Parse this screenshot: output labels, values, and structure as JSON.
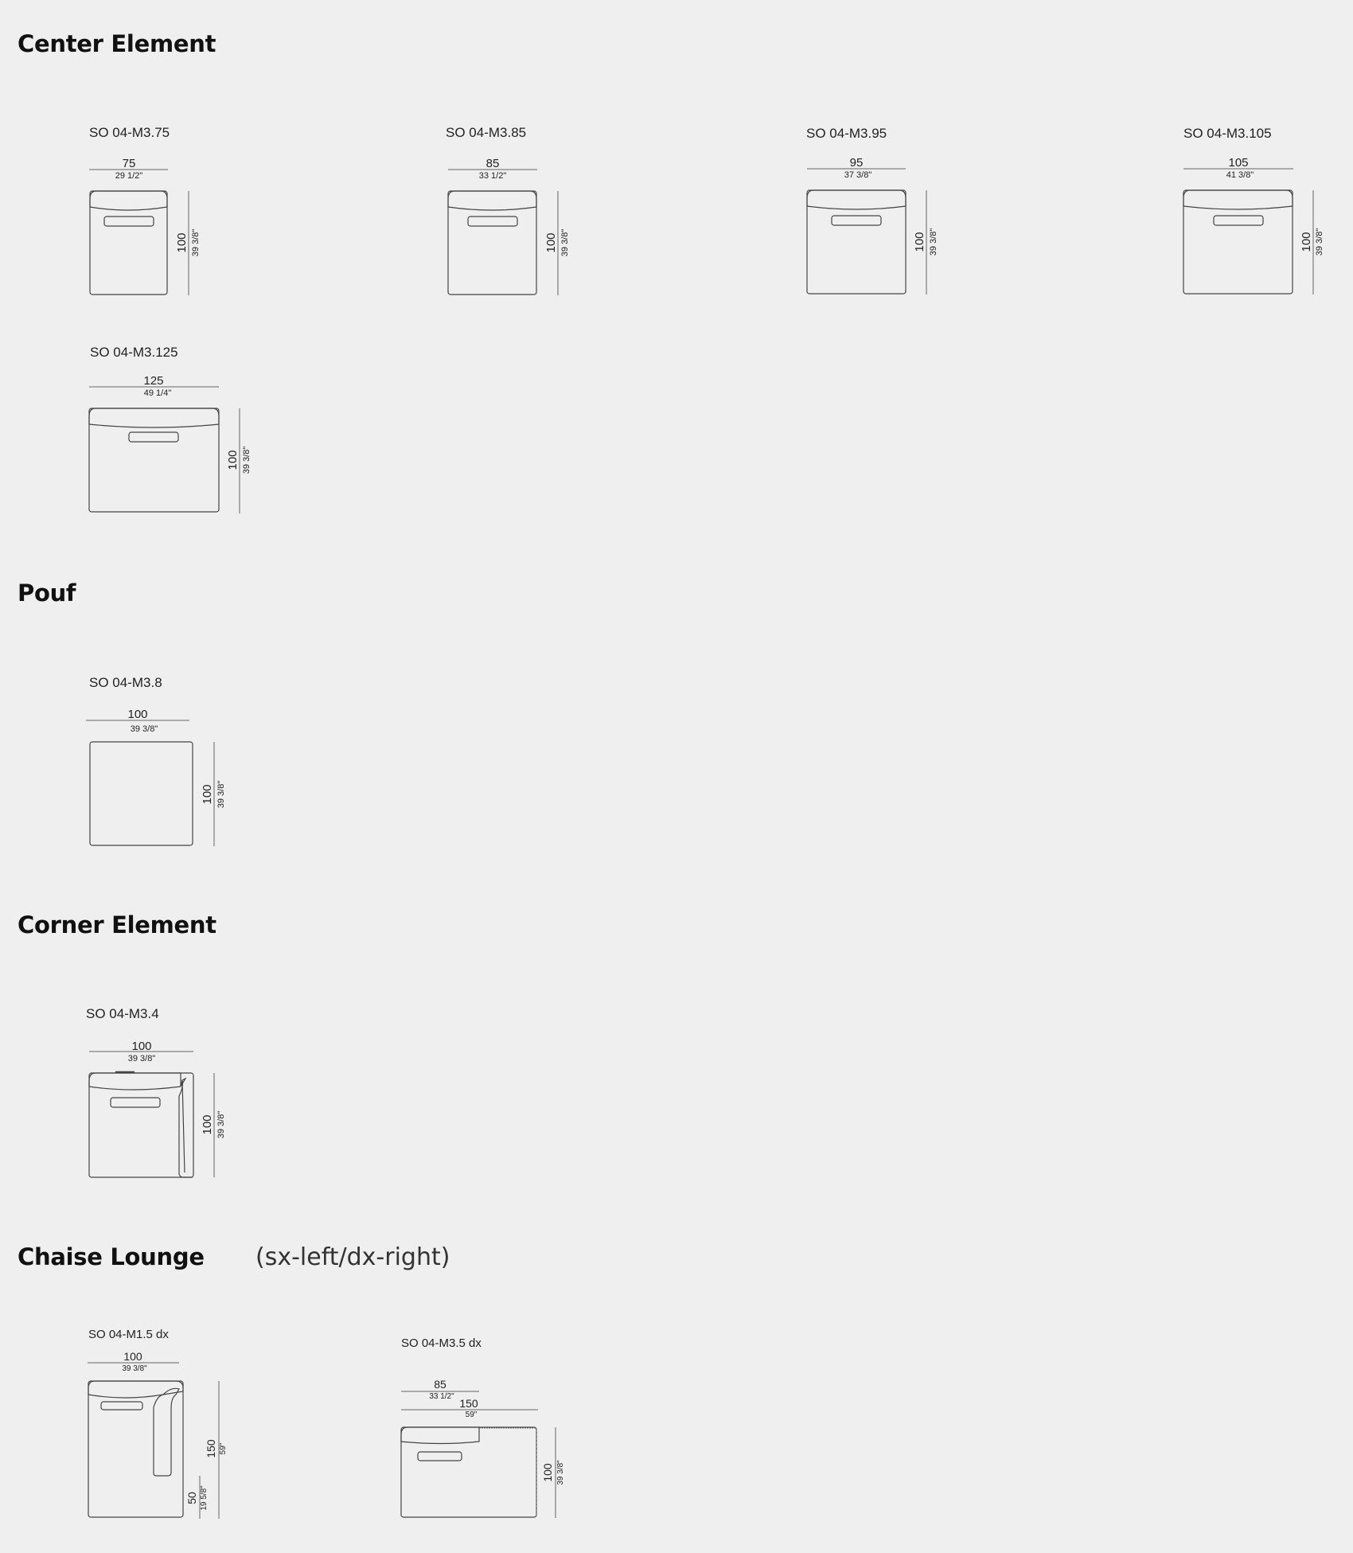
{
  "sections": {
    "center": {
      "heading": "Center Element",
      "modules": [
        {
          "code": "SO 04-M3.75",
          "width_cm": "75",
          "width_in": "29 1/2\"",
          "depth_cm": "100",
          "depth_in": "39 3/8\""
        },
        {
          "code": "SO 04-M3.85",
          "width_cm": "85",
          "width_in": "33 1/2\"",
          "depth_cm": "100",
          "depth_in": "39 3/8\""
        },
        {
          "code": "SO 04-M3.95",
          "width_cm": "95",
          "width_in": "37 3/8\"",
          "depth_cm": "100",
          "depth_in": "39 3/8\""
        },
        {
          "code": "SO 04-M3.105",
          "width_cm": "105",
          "width_in": "41 3/8\"",
          "depth_cm": "100",
          "depth_in": "39 3/8\""
        },
        {
          "code": "SO 04-M3.125",
          "width_cm": "125",
          "width_in": "49 1/4\"",
          "depth_cm": "100",
          "depth_in": "39 3/8\""
        }
      ]
    },
    "pouf": {
      "heading": "Pouf",
      "modules": [
        {
          "code": "SO 04-M3.8",
          "width_cm": "100",
          "width_in": "39 3/8\"",
          "depth_cm": "100",
          "depth_in": "39 3/8\""
        }
      ]
    },
    "corner": {
      "heading": "Corner Element",
      "modules": [
        {
          "code": "SO 04-M3.4",
          "width_cm": "100",
          "width_in": "39 3/8\"",
          "depth_cm": "100",
          "depth_in": "39 3/8\""
        }
      ]
    },
    "chaise": {
      "heading": "Chaise Lounge",
      "subheading": "(sx-left/dx-right)",
      "modules": [
        {
          "code": "SO 04-M1.5 dx",
          "width_cm": "100",
          "width_in": "39 3/8\"",
          "depth_cm": "150",
          "depth_in": "59\"",
          "seat_cm": "50",
          "seat_in": "19 5/8\""
        },
        {
          "code": "SO 04-M3.5 dx",
          "width_cm": "85",
          "width_in": "33 1/2\"",
          "total_cm": "150",
          "total_in": "59\"",
          "depth_cm": "100",
          "depth_in": "39 3/8\""
        }
      ]
    }
  }
}
